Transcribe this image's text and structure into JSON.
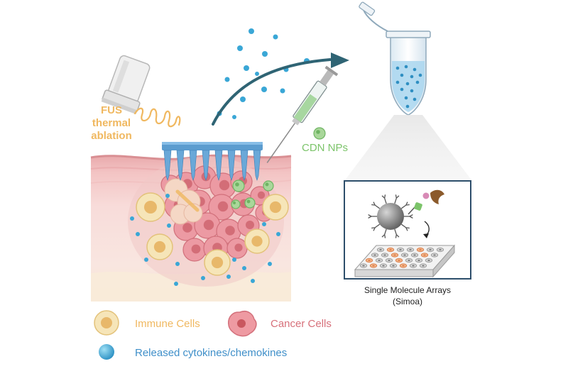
{
  "labels": {
    "fus_line1": "FUS",
    "fus_line2": "thermal",
    "fus_line3": "ablation",
    "cdn_nps": "CDN NPs",
    "simoa_line1": "Single Molecule Arrays",
    "simoa_line2": "(Simoa)"
  },
  "legend": [
    {
      "label": "Immune Cells"
    },
    {
      "label": "Cancer Cells"
    },
    {
      "label": "Released cytokines/chemokines"
    }
  ],
  "colors": {
    "fus_text": "#f0b860",
    "cdn_text": "#7cc46a",
    "immune_legend_text": "#f0b860",
    "cancer_legend_text": "#d7707a",
    "cytokine_legend_text": "#3f8fc9",
    "arrow": "#2f6474",
    "cytokine": "#3aa7d6",
    "tissue_top": "#e7a7a9",
    "tissue_mid": "#f6d8d6",
    "tissue_bottom": "#f7e6d8",
    "patch": "#5b9ccf",
    "box_border": "#2d4e6b"
  },
  "icons": {
    "transducer": "ultrasound-transducer-icon",
    "microneedle": "microneedle-patch-icon",
    "syringe": "syringe-icon",
    "tube": "microcentrifuge-tube-icon",
    "bead": "magnetic-bead-icon",
    "plate": "microwell-array-icon"
  }
}
